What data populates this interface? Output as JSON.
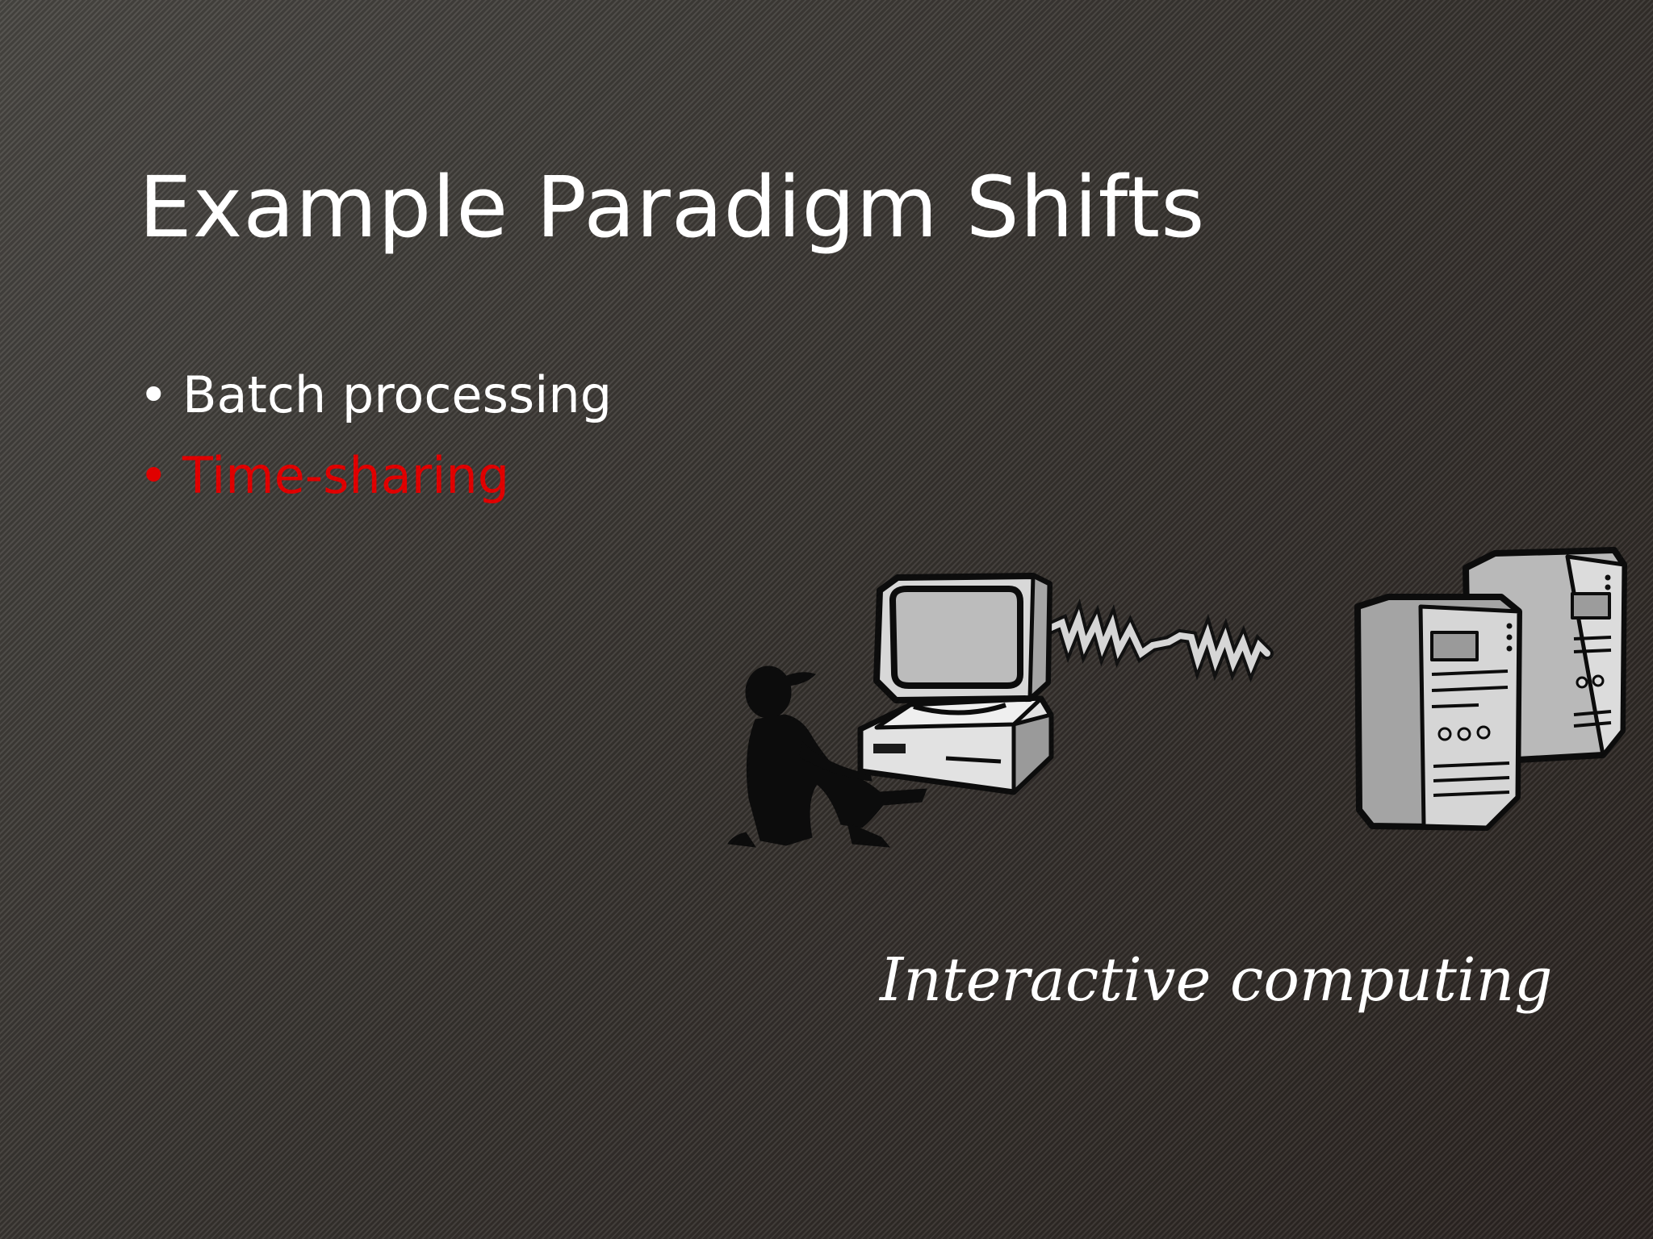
{
  "slide": {
    "title": "Example Paradigm Shifts",
    "bullets": [
      {
        "text": "Batch processing",
        "color": "#ffffff"
      },
      {
        "text": "Time-sharing",
        "color": "#e00000"
      }
    ],
    "bullet_glyph": "•",
    "caption": "Interactive computing",
    "illustration": {
      "icons": [
        "person-icon",
        "terminal-icon",
        "coiled-cable-icon",
        "server-icon"
      ]
    }
  }
}
